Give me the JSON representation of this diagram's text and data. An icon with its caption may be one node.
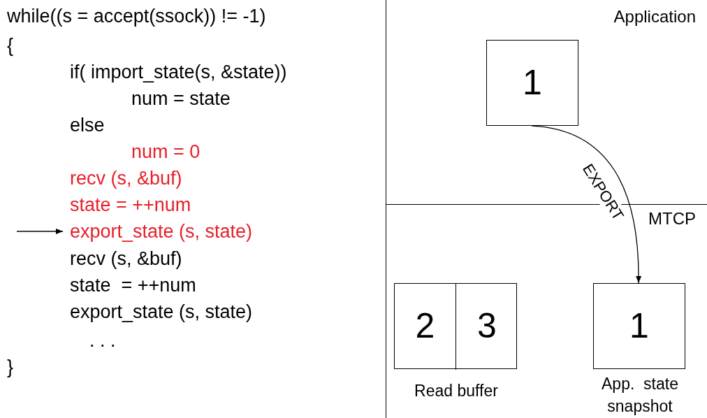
{
  "diagram": {
    "nodes": [
      {
        "text": [
          "Application"
        ]
      },
      {
        "text": [
          "1"
        ],
        "in": 0
      },
      {
        "text": [
          "MTCP"
        ]
      },
      {
        "text": [],
        "shape": "box",
        "beside": [
          "Read buffer"
        ],
        "in": 2
      },
      {
        "text": [
          "2"
        ],
        "in": 3
      },
      {
        "text": [
          "3"
        ],
        "in": 3
      },
      {
        "text": [
          "1"
        ],
        "beside": [
          "App.  state snapshot"
        ],
        "in": 2
      }
    ],
    "edges": [
      {
        "from": 1,
        "to": 6,
        "arrow": "to",
        "label": "EXPORT"
      }
    ],
    "labels": [
      "while((s = accept(ssock)) != -1)",
      "{",
      "if( import_state(s, &state))",
      "num = state",
      "else",
      "num = 0",
      "recv (s, &buf)",
      "state = ++num",
      "export_state (s, state)",
      "recv (s, &buf)",
      "state  = ++num",
      "export_state (s, state)",
      ". . .",
      "}"
    ]
  }
}
